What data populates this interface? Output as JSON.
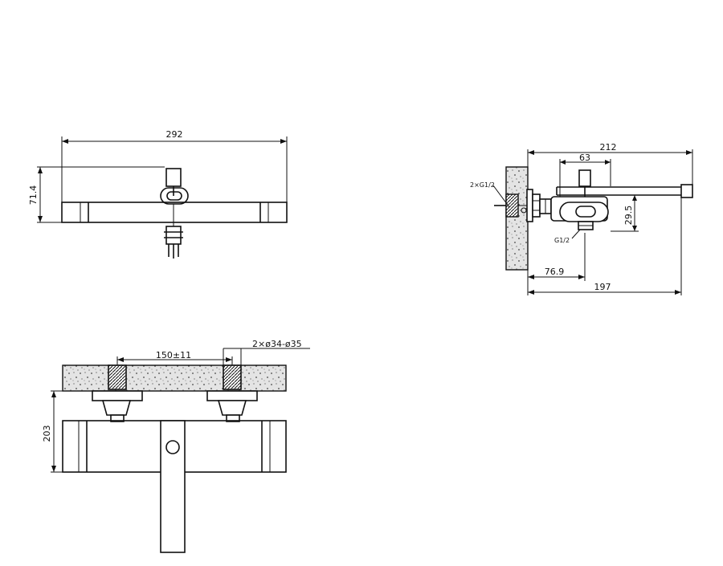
{
  "dimensions": {
    "top_left_width": "292",
    "top_left_height": "71.4",
    "top_right_total": "212",
    "top_right_handle": "63",
    "top_right_inlet_label": "2×G1/2",
    "top_right_height": "29.5",
    "top_right_outlet_label": "G1/2",
    "top_right_depth": "76.9",
    "top_right_bottom": "197",
    "bottom_spacing": "150±11",
    "bottom_holes": "2×ø34-ø35",
    "bottom_height": "203"
  },
  "colors": {
    "line": "#111111",
    "background": "#ffffff"
  }
}
